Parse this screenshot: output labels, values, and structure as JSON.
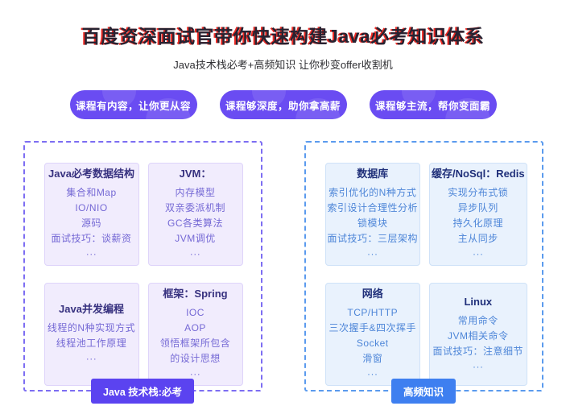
{
  "header": {
    "title": "百度资深面试官带你快速构建Java必考知识体系",
    "subtitle": "Java技术栈必考+高频知识 让你秒变offer收割机"
  },
  "benefit_pills": [
    {
      "label": "课程有内容，让你更从容"
    },
    {
      "label": "课程够深度，助你拿高薪"
    },
    {
      "label": "课程够主流，帮你变面霸"
    }
  ],
  "sections": [
    {
      "badge": "Java 技术栈:必考",
      "theme_color": "#5b43f0",
      "cards": [
        {
          "title": "Java必考数据结构",
          "items": [
            "集合和Map",
            "IO/NIO",
            "源码",
            "面试技巧：谈薪资",
            "···"
          ]
        },
        {
          "title": "JVM：",
          "items": [
            "内存模型",
            "双亲委派机制",
            "GC各类算法",
            "JVM调优",
            "···"
          ]
        },
        {
          "title": "Java并发编程",
          "items": [
            "线程的N种实现方式",
            "线程池工作原理",
            "···"
          ]
        },
        {
          "title": "框架：Spring",
          "items": [
            "IOC",
            "AOP",
            "领悟框架所包含",
            "的设计思想",
            "···"
          ]
        }
      ]
    },
    {
      "badge": "高频知识",
      "theme_color": "#3e7ff0",
      "cards": [
        {
          "title": "数据库",
          "items": [
            "索引优化的N种方式",
            "索引设计合理性分析",
            "锁模块",
            "面试技巧：三层架构",
            "···"
          ]
        },
        {
          "title": "缓存/NoSql：Redis",
          "items": [
            "实现分布式锁",
            "异步队列",
            "持久化原理",
            "主从同步",
            "···"
          ]
        },
        {
          "title": "网络",
          "items": [
            "TCP/HTTP",
            "三次握手&四次挥手",
            "Socket",
            "滑窗",
            "···"
          ]
        },
        {
          "title": "Linux",
          "items": [
            "常用命令",
            "JVM相关命令",
            "面试技巧：注意细节",
            "···"
          ]
        }
      ]
    }
  ],
  "colors": {
    "title_text": "#272231",
    "title_accent_red": "#ee2b24",
    "pill_purple": "#6a4cf2",
    "left_section_border": "#7d6ef2",
    "left_card_bg": "#f1ecfd",
    "left_card_title": "#37317f",
    "left_item_text": "#7569d5",
    "left_badge_bg": "#5b43f0",
    "right_section_border": "#5b9bee",
    "right_card_bg": "#e9f2fd",
    "right_card_title": "#20307a",
    "right_item_text": "#4e86d8",
    "right_badge_bg": "#3e7ff0"
  }
}
